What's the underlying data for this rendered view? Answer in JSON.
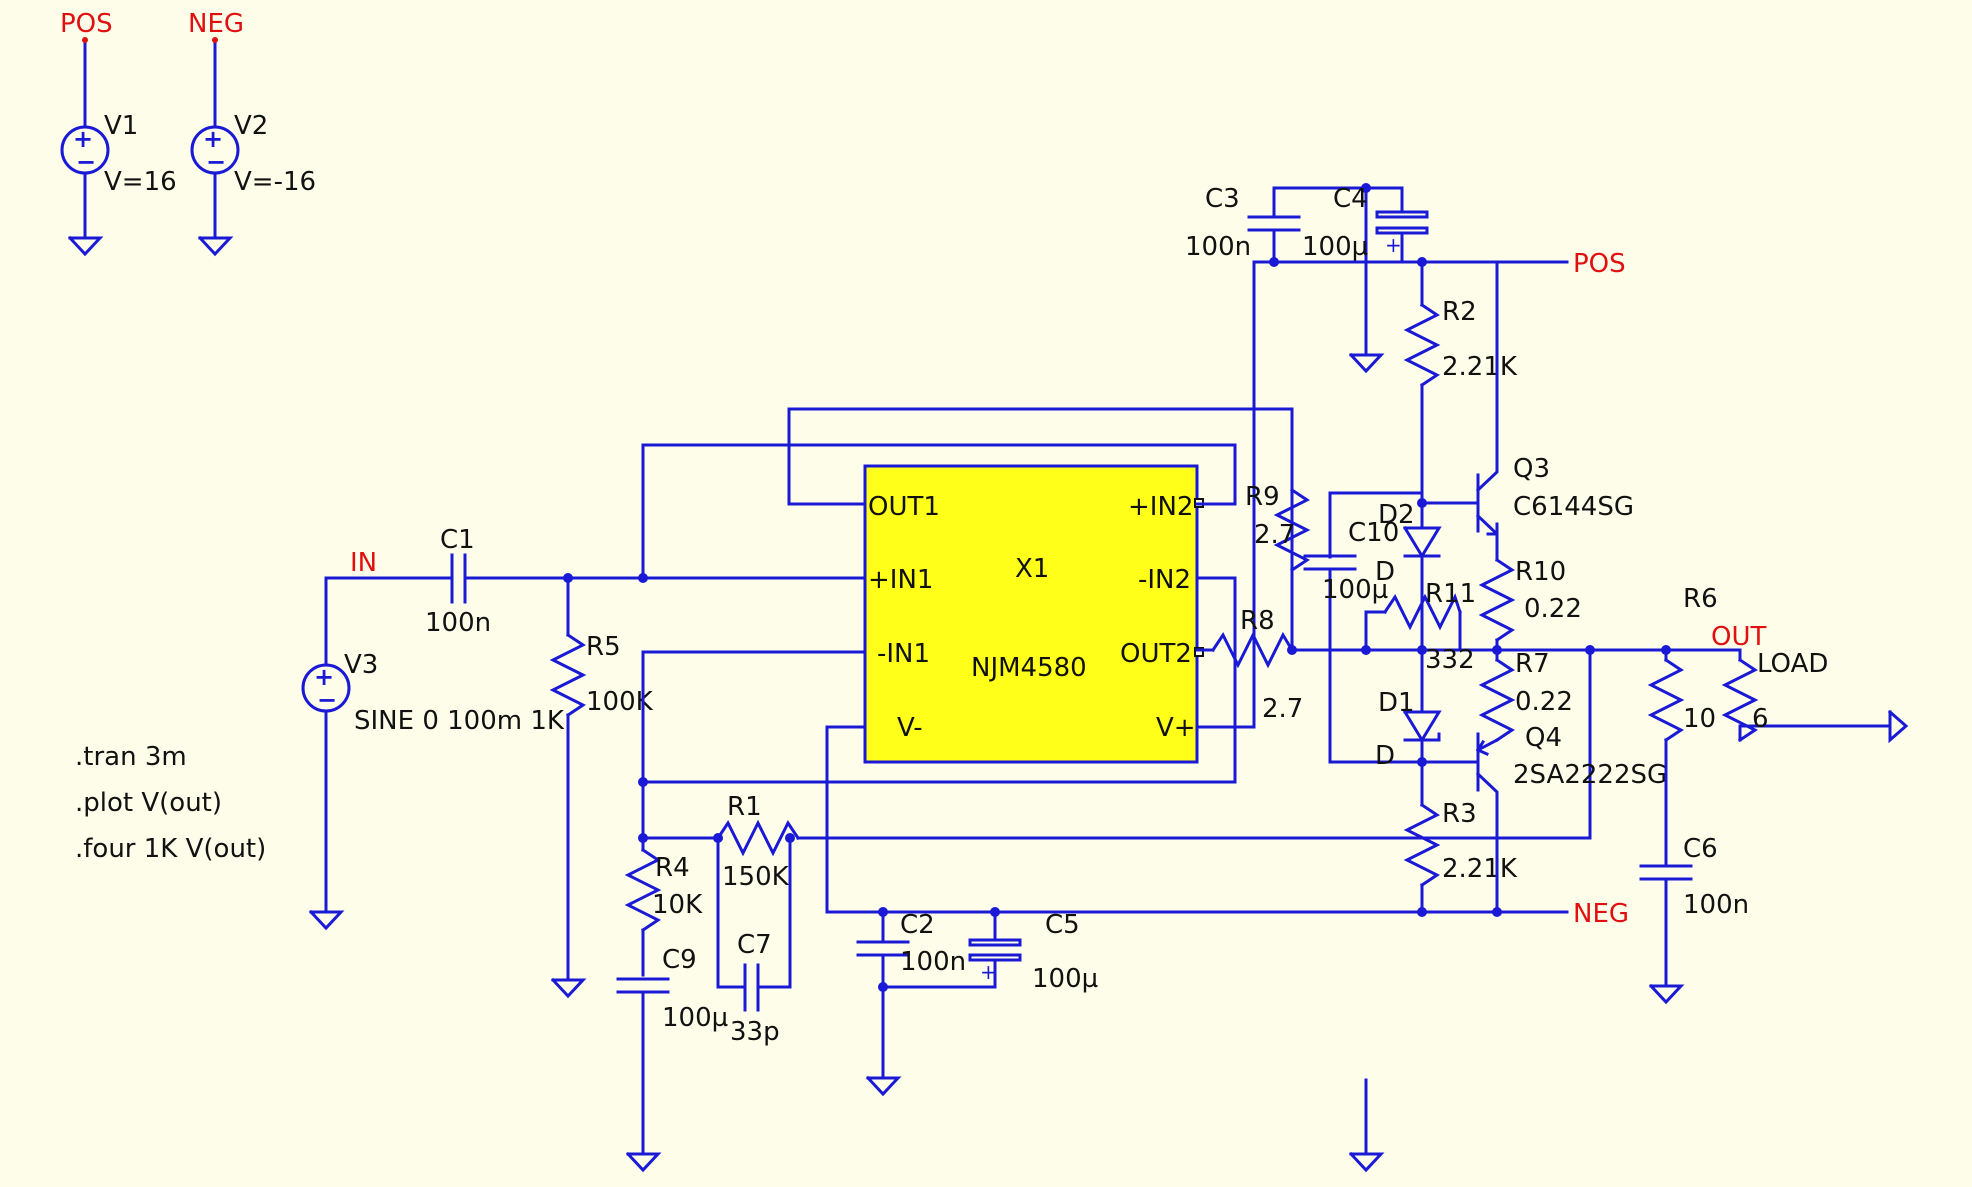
{
  "sources": [
    {
      "name": "V1",
      "value": "V=16",
      "net": "POS"
    },
    {
      "name": "V2",
      "value": "V=-16",
      "net": "NEG"
    },
    {
      "name": "V3",
      "value": "SINE 0 100m 1K",
      "net": "IN"
    }
  ],
  "directives": [
    ".tran 3m",
    ".plot V(out)",
    ".four 1K V(out)"
  ],
  "nets": {
    "pos_top": "POS",
    "neg_top": "NEG",
    "in": "IN",
    "pos_right": "POS",
    "neg_right": "NEG",
    "out": "OUT"
  },
  "opamp": {
    "name": "X1",
    "part": "NJM4580",
    "pins": {
      "out1": "OUT1",
      "in1p": "+IN1",
      "in1n": "-IN1",
      "vminus": "V-",
      "in2p": "+IN2",
      "in2n": "-IN2",
      "out2": "OUT2",
      "vplus": "V+"
    }
  },
  "components": {
    "C1": {
      "name": "C1",
      "value": "100n"
    },
    "R5": {
      "name": "R5",
      "value": "100K"
    },
    "R1": {
      "name": "R1",
      "value": "150K"
    },
    "R4": {
      "name": "R4",
      "value": "10K"
    },
    "C9": {
      "name": "C9",
      "value": "100µ"
    },
    "C7": {
      "name": "C7",
      "value": "33p"
    },
    "C2": {
      "name": "C2",
      "value": "100n"
    },
    "C5": {
      "name": "C5",
      "value": "100µ"
    },
    "C3": {
      "name": "C3",
      "value": "100n"
    },
    "C4": {
      "name": "C4",
      "value": "100µ"
    },
    "R9": {
      "name": "R9",
      "value": "2.7"
    },
    "R8": {
      "name": "R8",
      "value": "2.7"
    },
    "C10": {
      "name": "C10",
      "value": "100µ"
    },
    "R2": {
      "name": "R2",
      "value": "2.21K"
    },
    "R3": {
      "name": "R3",
      "value": "2.21K"
    },
    "R11": {
      "name": "R11",
      "value": "332"
    },
    "D1": {
      "name": "D1",
      "value": "D"
    },
    "D2": {
      "name": "D2",
      "value": "D"
    },
    "Q3": {
      "name": "Q3",
      "value": "C6144SG"
    },
    "Q4": {
      "name": "Q4",
      "value": "2SA2222SG"
    },
    "R10": {
      "name": "R10",
      "value": "0.22"
    },
    "R7": {
      "name": "R7",
      "value": "0.22"
    },
    "R6": {
      "name": "R6",
      "value": "10"
    },
    "LOAD": {
      "name": "LOAD",
      "value": "6"
    },
    "C6": {
      "name": "C6",
      "value": "100n"
    }
  },
  "colors": {
    "wire": "#1a1ad6",
    "net_label": "#e01010",
    "opamp_fill": "#ffff1a",
    "background": "#fdfdea"
  }
}
